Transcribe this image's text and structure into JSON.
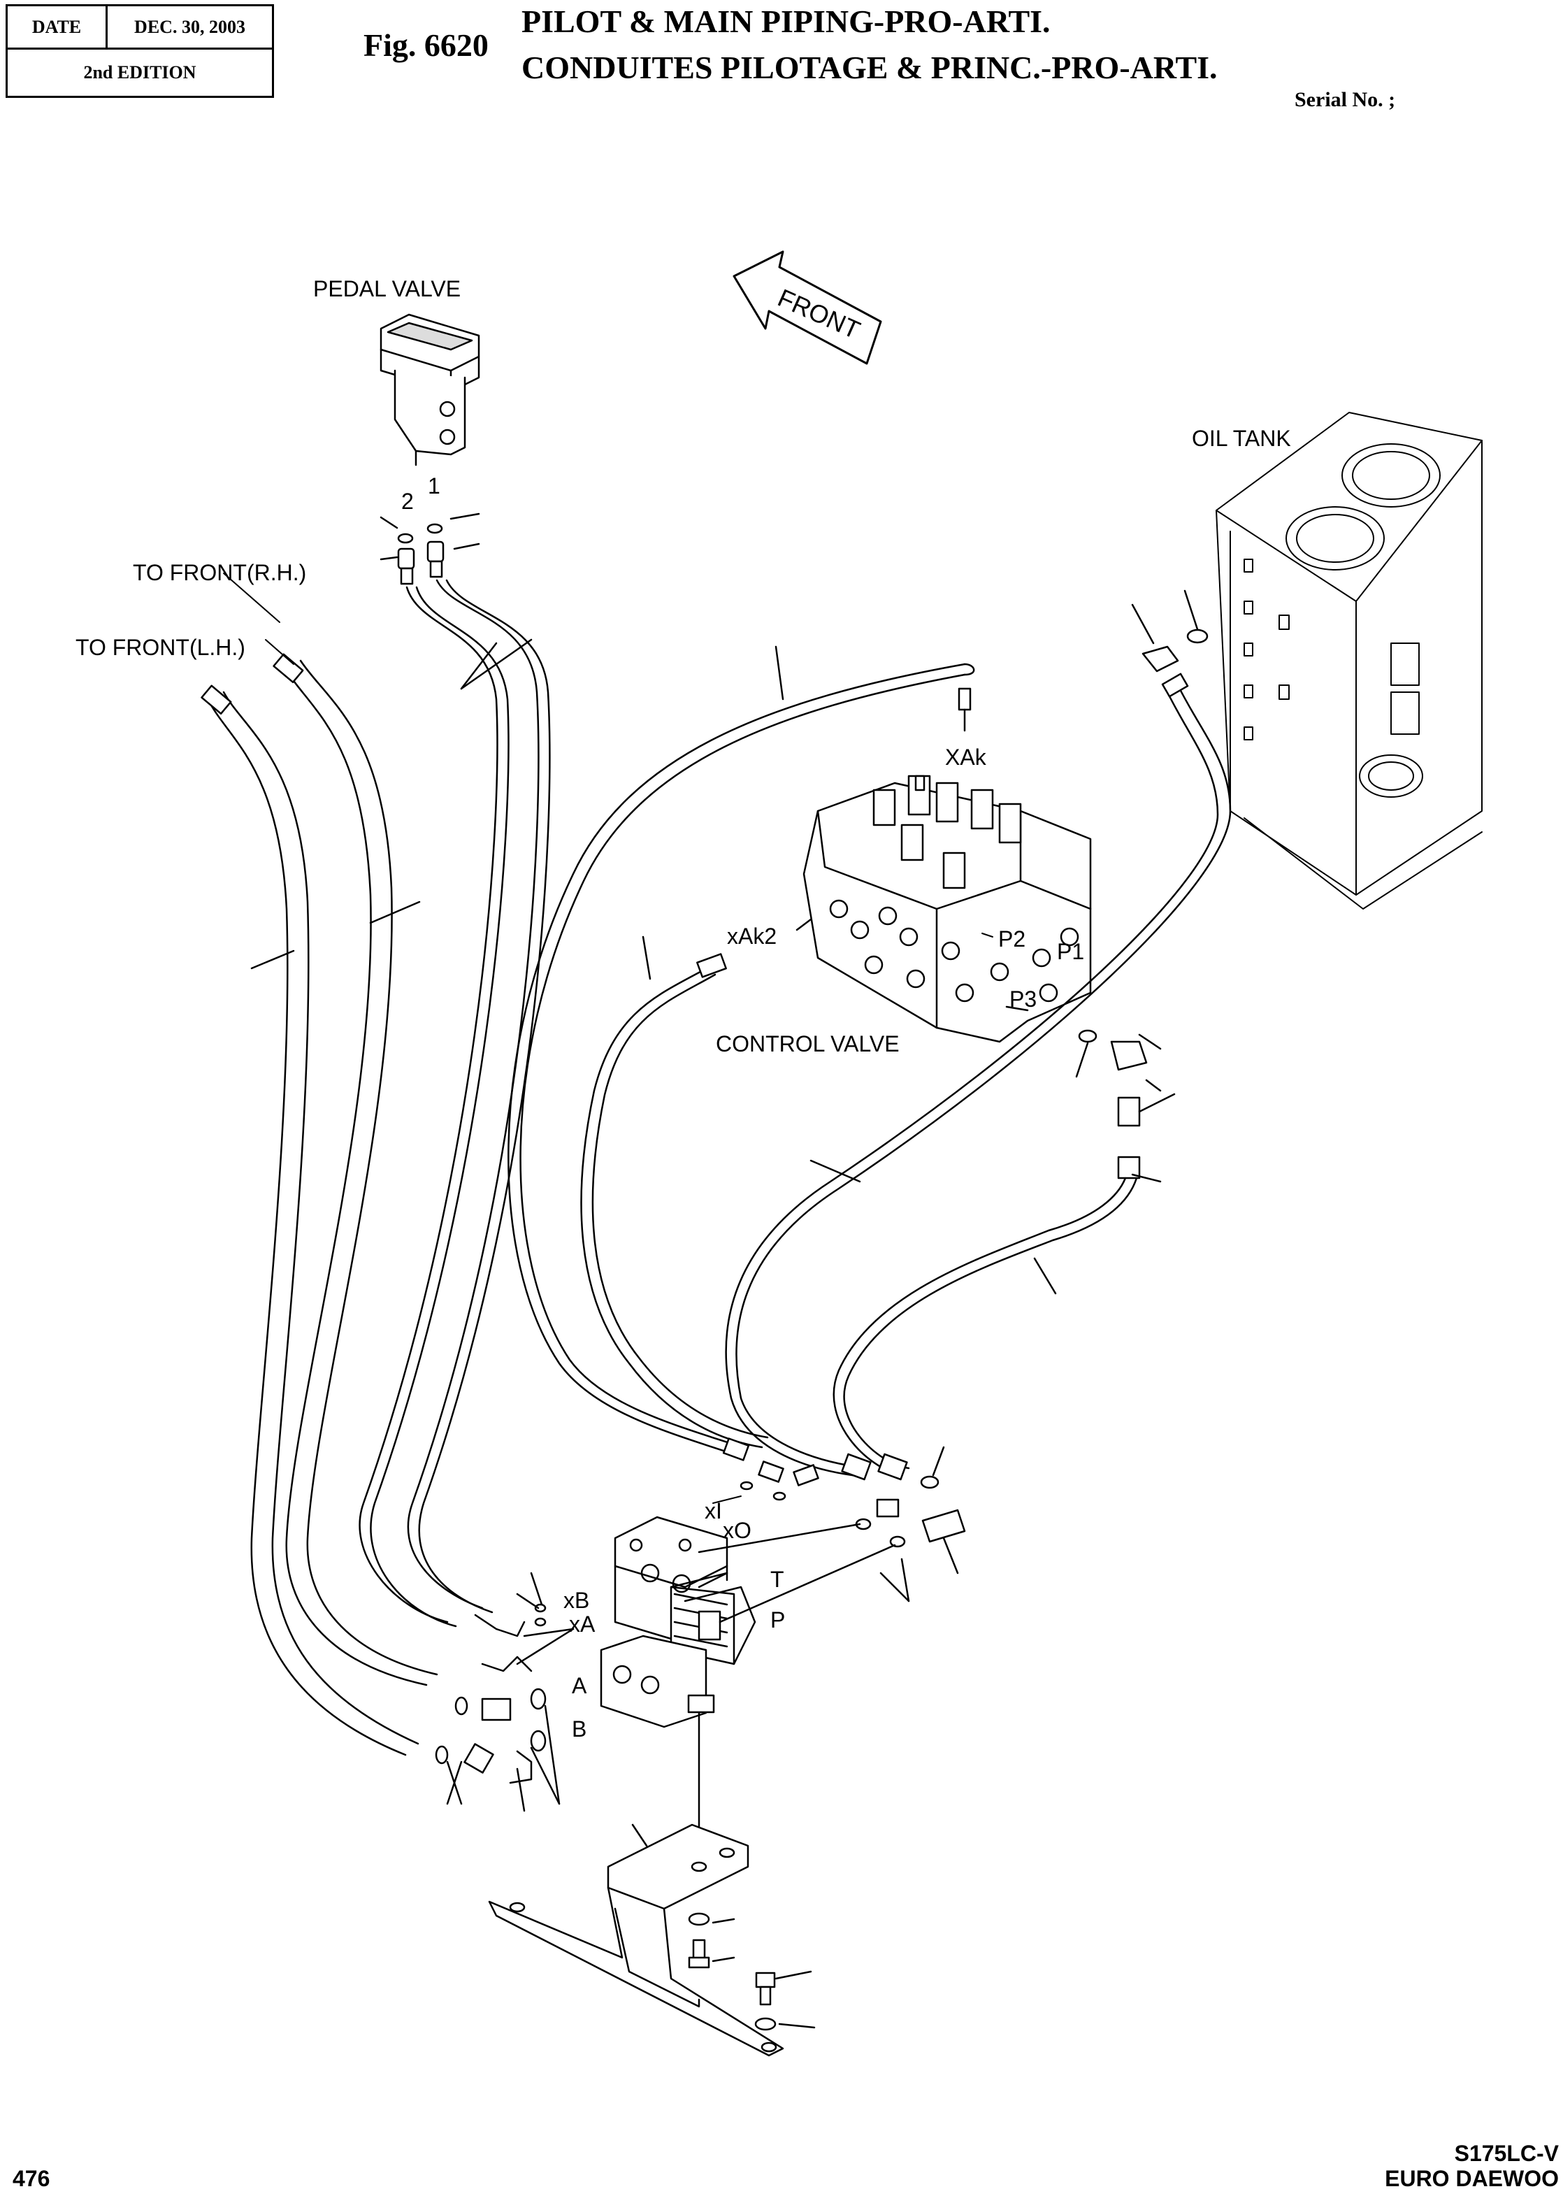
{
  "header": {
    "date_label": "DATE",
    "date_value": "DEC. 30,  2003",
    "edition": "2nd EDITION",
    "fig_number": "Fig. 6620",
    "title_en": "PILOT & MAIN PIPING-PRO-ARTI.",
    "title_fr": "CONDUITES PILOTAGE & PRINC.-PRO-ARTI.",
    "serial": "Serial No. ;"
  },
  "footer": {
    "page_number": "476",
    "model": "S175LC-V",
    "brand": "EURO DAEWOO"
  },
  "diagram": {
    "labels": {
      "pedal_valve": "PEDAL VALVE",
      "front": "FRONT",
      "oil_tank": "OIL TANK",
      "to_front_rh": "TO FRONT(R.H.)",
      "to_front_lh": "TO FRONT(L.H.)",
      "port_2": "2",
      "port_1": "1",
      "xak": "XAk",
      "xak2": "xAk2",
      "p2": "P2",
      "p1": "P1",
      "p3": "P3",
      "control_valve": "CONTROL VALVE",
      "xi": "xI",
      "xo": "xO",
      "xb": "xB",
      "xa": "xA",
      "t": "T",
      "p": "P",
      "a": "A",
      "b": "B"
    }
  }
}
